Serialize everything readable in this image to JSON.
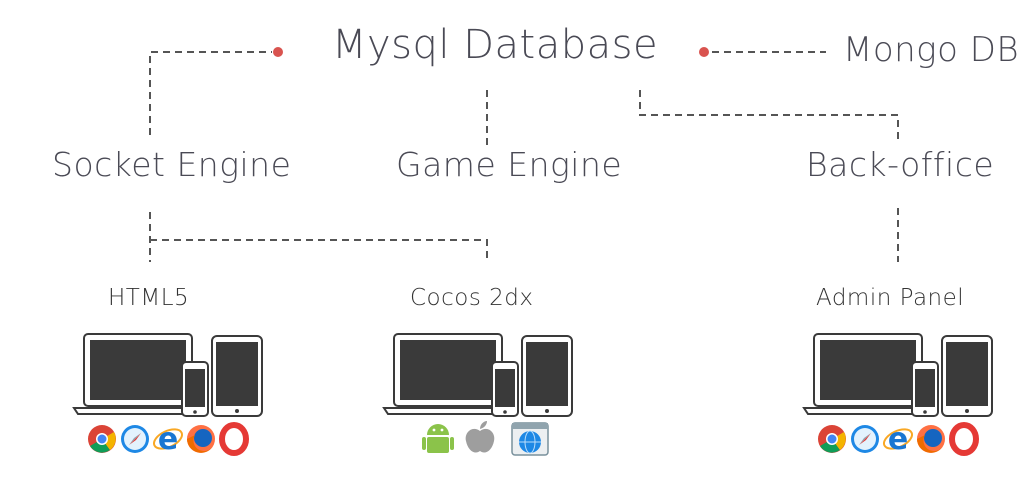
{
  "nodes": {
    "database": "Mysql Database",
    "mongo": "Mongo DB",
    "socket_engine": "Socket Engine",
    "game_engine": "Game Engine",
    "back_office": "Back-office",
    "html5": "HTML5",
    "cocos": "Cocos 2dx",
    "admin_panel": "Admin Panel"
  },
  "icons": {
    "browsers": [
      "chrome-icon",
      "safari-icon",
      "ie-icon",
      "firefox-icon",
      "opera-icon"
    ],
    "platforms": [
      "android-icon",
      "apple-icon",
      "web-globe-icon"
    ]
  },
  "colors": {
    "text": "#4a4a55",
    "connector": "#555555",
    "dot": "#d9534f",
    "device": "#3a3a3a"
  }
}
